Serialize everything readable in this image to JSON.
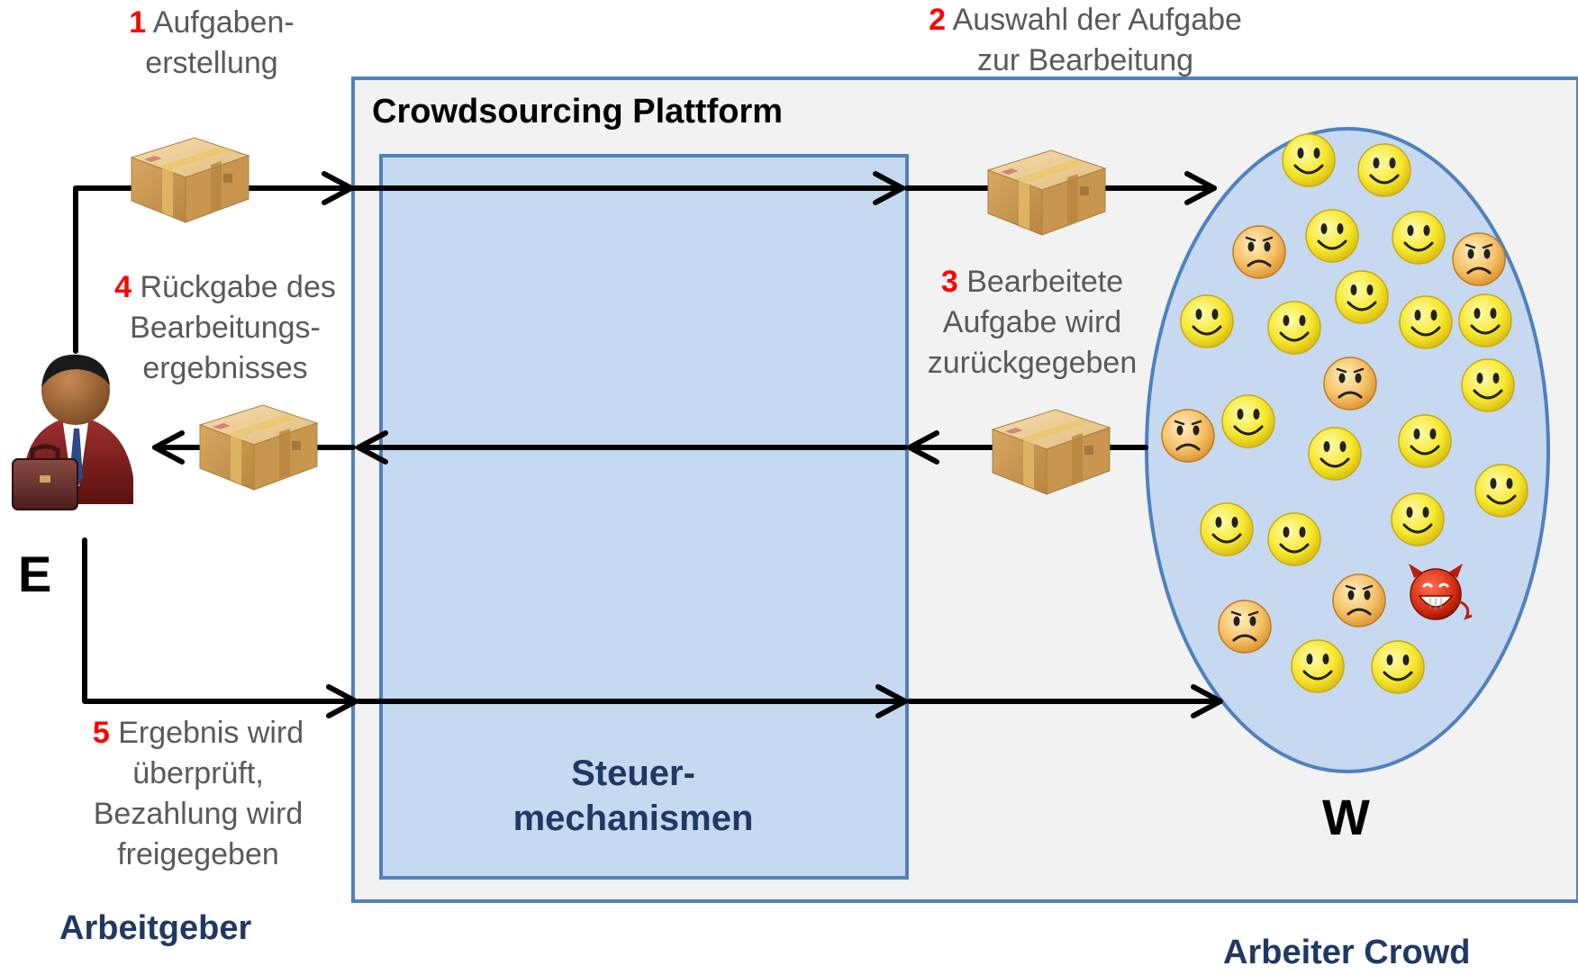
{
  "platform": {
    "title": "Crowdsourcing Plattform"
  },
  "control": {
    "line1": "Steuer-",
    "line2": "mechanismen"
  },
  "steps": [
    {
      "num": "1",
      "lines": [
        "Aufgaben-",
        "erstellung"
      ]
    },
    {
      "num": "2",
      "lines": [
        "Auswahl der Aufgabe",
        "zur Bearbeitung"
      ]
    },
    {
      "num": "3",
      "lines": [
        "Bearbeitete",
        "Aufgabe wird",
        "zurückgegeben"
      ]
    },
    {
      "num": "4",
      "lines": [
        "Rückgabe des",
        "Bearbeitungs-",
        "ergebnisses"
      ]
    },
    {
      "num": "5",
      "lines": [
        "Ergebnis wird",
        "überprüft,",
        "Bezahlung wird",
        "freigegeben"
      ]
    }
  ],
  "employer": {
    "letter": "E",
    "label": "Arbeitgeber"
  },
  "crowd": {
    "letter": "W",
    "label": "Arbeiter Crowd"
  },
  "colors": {
    "platform_fill": "#f2f2f2",
    "platform_border": "#4f81bd",
    "control_fill": "#c5d9f1",
    "crowd_fill": "#c6d9f1",
    "step_number": "#ff0000",
    "text_gray": "#595959",
    "label_dark": "#1f3864",
    "arrow": "#000000",
    "happy_face": "#f5e82e",
    "sad_face": "#f0b050",
    "devil_face": "#d42a10"
  },
  "icons": [
    "package-icon",
    "businessman-icon",
    "smiley-happy-icon",
    "smiley-sad-icon",
    "devil-icon"
  ]
}
